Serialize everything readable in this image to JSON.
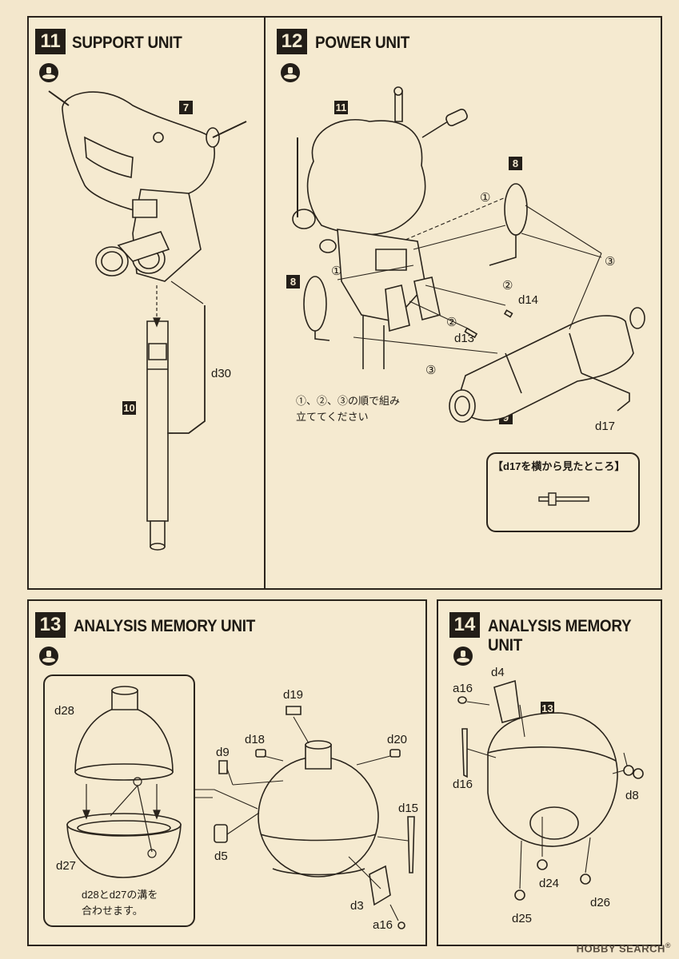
{
  "steps": [
    {
      "number": "11",
      "title": "SUPPORT UNIT"
    },
    {
      "number": "12",
      "title": "POWER UNIT"
    },
    {
      "number": "13",
      "title": "ANALYSIS MEMORY UNIT"
    },
    {
      "number": "14",
      "title_line1": "ANALYSIS MEMORY",
      "title_line2": "UNIT"
    }
  ],
  "step11": {
    "tag_top": "7",
    "tag_pole": "10",
    "part_rod": "d30"
  },
  "step12": {
    "tag_body": "11",
    "tag_tank_upper": "8",
    "tag_tank_left": "8",
    "tag_engine": "9",
    "part_d14": "d14",
    "part_d13": "d13",
    "part_d17": "d17",
    "order_1a": "①",
    "order_1b": "①",
    "order_2a": "②",
    "order_2b": "②",
    "order_3a": "③",
    "order_3b": "③",
    "note_line1": "①、②、③の順で組み",
    "note_line2": "立ててください",
    "inset_title": "【d17を横から見たところ】"
  },
  "step13": {
    "d28": "d28",
    "d27": "d27",
    "d19": "d19",
    "d18": "d18",
    "d20": "d20",
    "d9": "d9",
    "d5": "d5",
    "d15": "d15",
    "d3": "d3",
    "a16": "a16",
    "note_line1": "d28とd27の溝を",
    "note_line2": "合わせます。"
  },
  "step14": {
    "d4": "d4",
    "a16": "a16",
    "tag_ref": "13",
    "d16": "d16",
    "d8": "d8",
    "d24": "d24",
    "d25": "d25",
    "d26": "d26"
  },
  "watermark": {
    "brand": "HOBBY SEARCH",
    "mark": "®"
  }
}
